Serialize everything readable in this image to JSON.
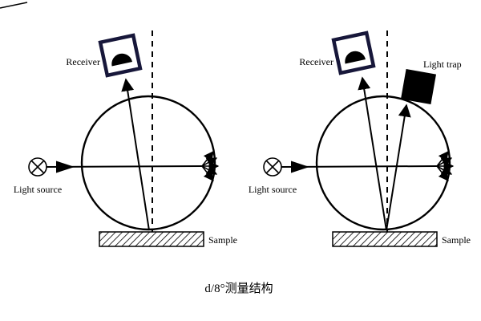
{
  "caption": "d/8°测量结构",
  "colors": {
    "line": "#000000",
    "background": "#ffffff",
    "receiver_frame": "#17173a",
    "light_trap_fill": "#000000"
  },
  "left_diagram": {
    "receiver_label": "Receiver",
    "light_source_label": "Light source",
    "sample_label": "Sample"
  },
  "right_diagram": {
    "receiver_label": "Receiver",
    "light_trap_label": "Light trap",
    "light_source_label": "Light source",
    "sample_label": "Sample"
  }
}
